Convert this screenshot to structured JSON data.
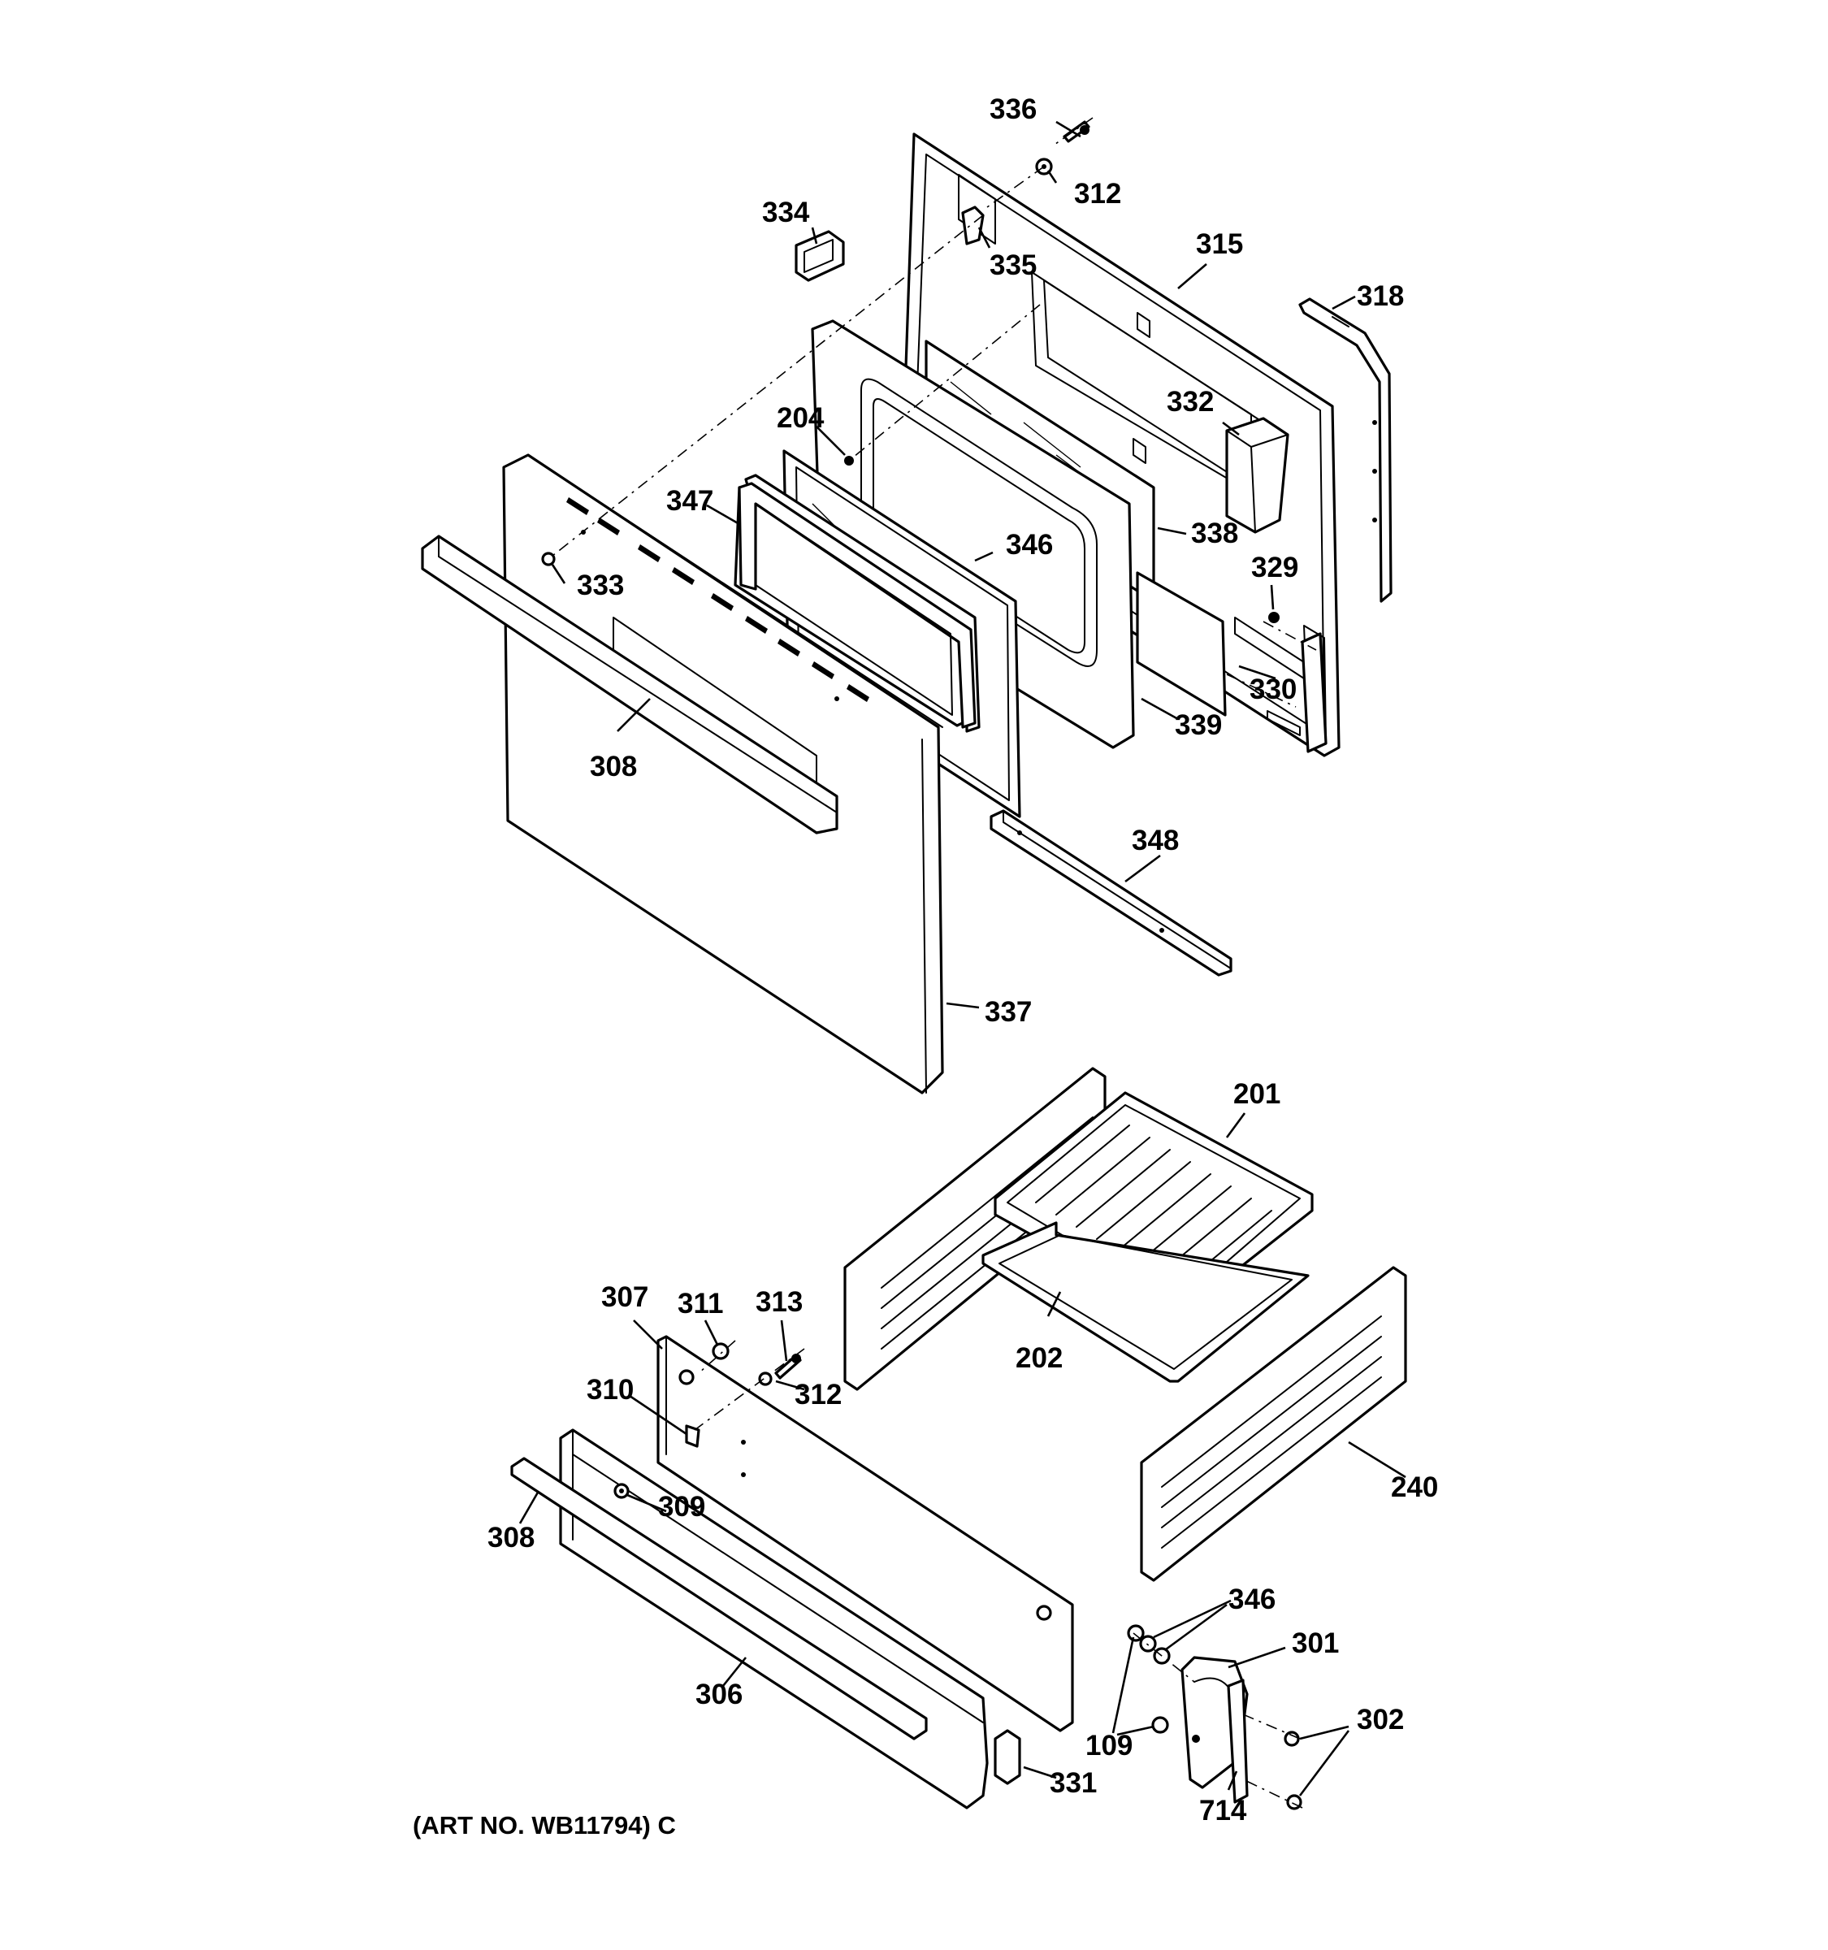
{
  "caption": "(ART NO. WB11794) C",
  "labels": {
    "p336": "336",
    "p312a": "312",
    "p334": "334",
    "p335": "335",
    "p315": "315",
    "p318": "318",
    "p332": "332",
    "p204": "204",
    "p347": "347",
    "p346a": "346",
    "p338": "338",
    "p333": "333",
    "p329": "329",
    "p330": "330",
    "p339": "339",
    "p308a": "308",
    "p348": "348",
    "p337": "337",
    "p201": "201",
    "p307": "307",
    "p311": "311",
    "p313": "313",
    "p202": "202",
    "p312b": "312",
    "p310": "310",
    "p240": "240",
    "p309": "309",
    "p308b": "308",
    "p346b": "346",
    "p301": "301",
    "p306": "306",
    "p302": "302",
    "p109": "109",
    "p331": "331",
    "p714": "714"
  }
}
